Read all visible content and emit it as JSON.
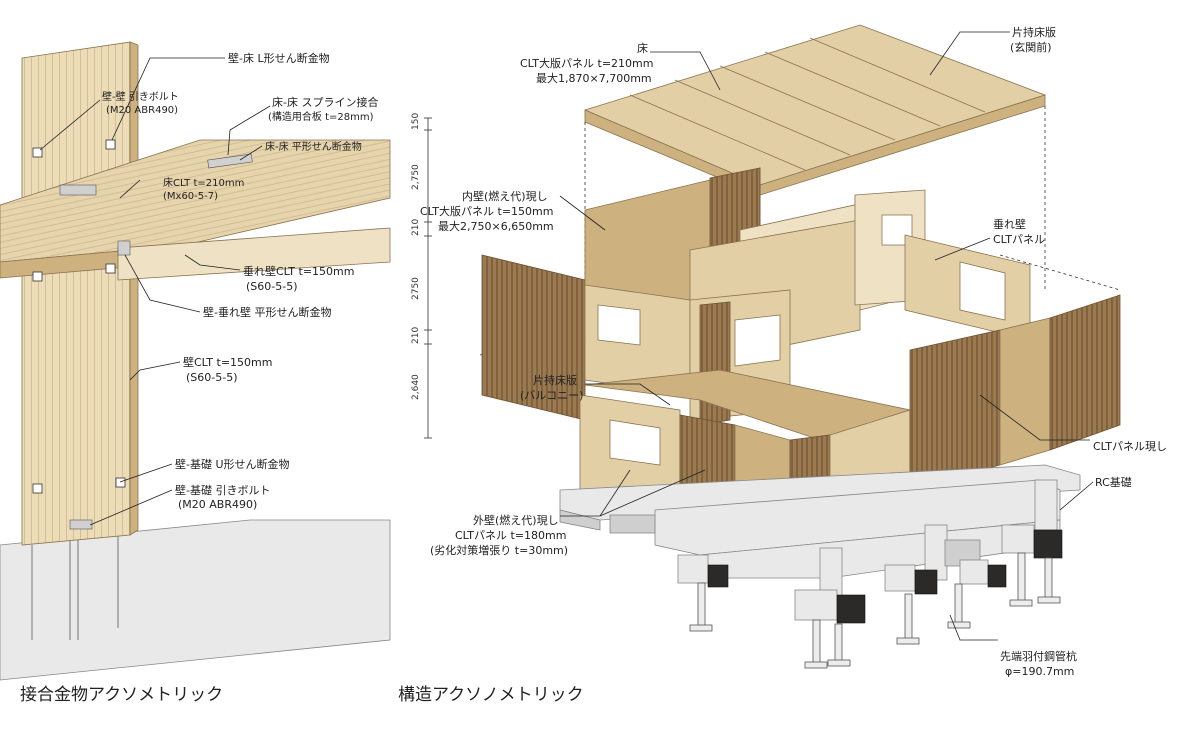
{
  "captions": {
    "left": "接合金物アクソメトリック",
    "right": "構造アクソノメトリック"
  },
  "left_labels": {
    "wall_floor_l": "壁-床 L形せん断金物",
    "wall_wall_bolt_1": "壁-壁 引きボルト",
    "wall_wall_bolt_2": "(M20 ABR490)",
    "spline_1": "床-床 スプライン接合",
    "spline_2": "(構造用合板 t=28mm)",
    "floor_flat": "床-床 平形せん断金物",
    "floor_clt_1": "床CLT t=210mm",
    "floor_clt_2": "(Mx60-5-7)",
    "hanging_1": "垂れ壁CLT t=150mm",
    "hanging_2": "(S60-5-5)",
    "wall_hanging": "壁-垂れ壁 平形せん断金物",
    "wall_clt_1": "壁CLT t=150mm",
    "wall_clt_2": "(S60-5-5)",
    "foundation_u": "壁-基礎 U形せん断金物",
    "foundation_bolt_1": "壁-基礎 引きボルト",
    "foundation_bolt_2": "(M20 ABR490)"
  },
  "right_labels": {
    "floor_1": "床",
    "floor_2": "CLT大版パネル t=210mm",
    "floor_3": "最大1,870×7,700mm",
    "cantilever_top_1": "片持床版",
    "cantilever_top_2": "(玄関前)",
    "inner_wall_1": "内壁(燃え代)現し",
    "inner_wall_2": "CLT大版パネル t=150mm",
    "inner_wall_3": "最大2,750×6,650mm",
    "hanging_wall_1": "垂れ壁",
    "hanging_wall_2": "CLTパネル",
    "balcony_1": "片持床版",
    "balcony_2": "(バルコニー)",
    "clt_exposed": "CLTパネル現し",
    "rc_foundation": "RC基礎",
    "outer_wall_1": "外壁(燃え代)現し",
    "outer_wall_2": "CLTパネル t=180mm",
    "outer_wall_3": "(劣化対策増張り t=30mm)",
    "pile_1": "先端羽付鋼管杭",
    "pile_2": "φ=190.7mm"
  },
  "dimensions": [
    "150",
    "2,750",
    "210",
    "2750",
    "210",
    "2,640"
  ]
}
